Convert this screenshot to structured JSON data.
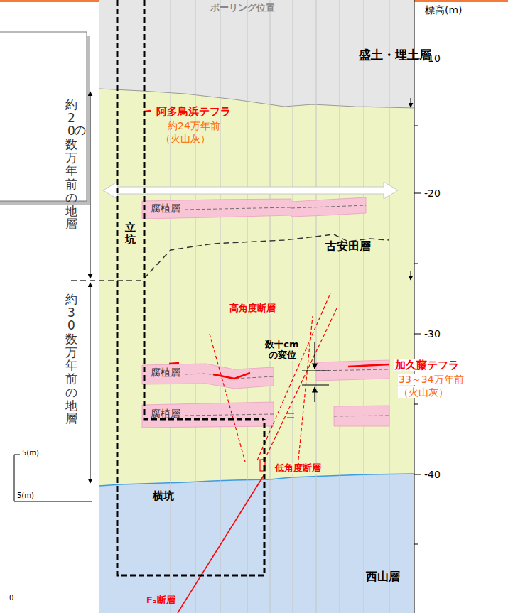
{
  "diagram": {
    "nodes": [
      {
        "text": [
          "盛土・埋土層"
        ]
      },
      {
        "text": [
          "古安田層"
        ]
      },
      {
        "text": [
          "腐植層"
        ],
        "in": 1
      },
      {
        "text": [
          "腐植層"
        ],
        "in": 1
      },
      {
        "text": [
          "腐植層"
        ],
        "in": 1
      },
      {
        "text": [
          "西山層"
        ]
      },
      {
        "text": [
          "立坑",
          "横坑"
        ]
      },
      {
        "text": [
          "の"
        ]
      }
    ],
    "labels": [
      "ボーリング位置",
      "標高(m)",
      "-10",
      "-20",
      "-30",
      "-40",
      "約20数万年前の地層",
      "約30数万年前の地層",
      "阿多鳥浜テフラ",
      "約24万年前",
      "（火山灰）",
      "高角度断層",
      "数十cm の変位",
      "加久藤テフラ",
      "33～34万年前",
      "（火山灰）",
      "低角度断層",
      "F₅断層",
      "5(m)",
      "5(m)",
      "0"
    ]
  }
}
